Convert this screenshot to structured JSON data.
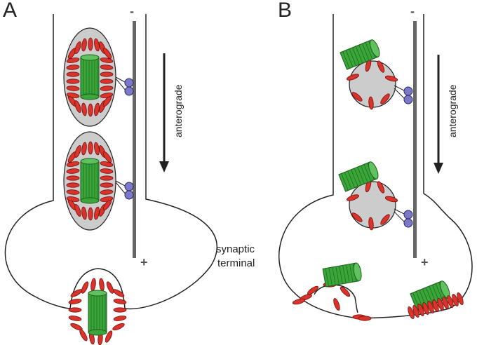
{
  "panels": [
    {
      "letter": "A",
      "polarity_minus": "-",
      "polarity_plus": "+",
      "direction_label": "anterograde"
    },
    {
      "letter": "B",
      "polarity_minus": "-",
      "polarity_plus": "+",
      "direction_label": "anterograde"
    }
  ],
  "center_label": {
    "line1": "synaptic",
    "line2": "terminal"
  },
  "colors": {
    "outline": "#222222",
    "microtubule": "#666666",
    "vesicle_fill": "#cccccc",
    "motor": "#7b78c8",
    "red_protein": "#d9342b",
    "green_barrel": "#3aa63a",
    "green_stripe": "#1d6d1d"
  }
}
